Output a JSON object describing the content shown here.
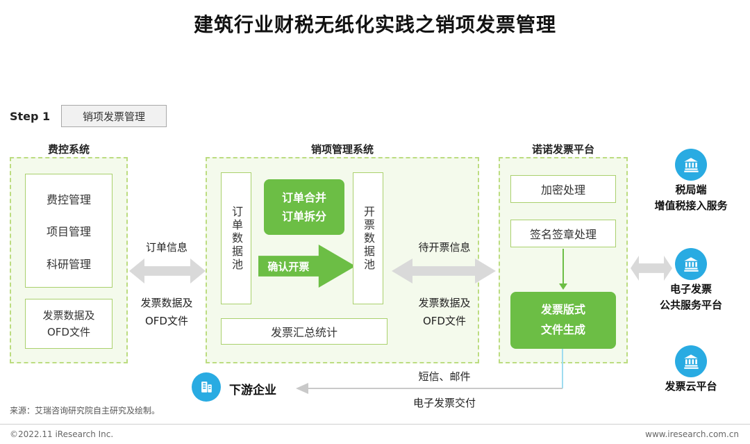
{
  "page": {
    "title": "建筑行业财税无纸化实践之销项发票管理",
    "source": "来源：艾瑞咨询研究院自主研究及绘制。",
    "footer_left": "©2022.11 iResearch Inc.",
    "footer_right": "www.iresearch.com.cn"
  },
  "step": {
    "label": "Step 1",
    "badge": "销项发票管理"
  },
  "expense_system": {
    "title": "费控系统",
    "modules": [
      "费控管理",
      "项目管理",
      "科研管理"
    ],
    "data_box": "发票数据及\nOFD文件"
  },
  "flow1": {
    "top_label": "订单信息",
    "bottom_label": "发票数据及\nOFD文件"
  },
  "sales_system": {
    "title": "销项管理系统",
    "order_pool": "订单数据池",
    "merge_split": "订单合并\n订单拆分",
    "confirm_label": "确认开票",
    "invoice_pool": "开票数据池",
    "summary": "发票汇总统计"
  },
  "flow2": {
    "top_label": "待开票信息",
    "bottom_label": "发票数据及\nOFD文件"
  },
  "nuonuo": {
    "title": "诺诺发票平台",
    "encrypt": "加密处理",
    "sign": "签名签章处理",
    "layout_gen": "发票版式\n文件生成"
  },
  "services": [
    {
      "label": "税局端\n增值税接入服务"
    },
    {
      "label": "电子发票\n公共服务平台"
    },
    {
      "label": "发票云平台"
    }
  ],
  "delivery": {
    "downstream": "下游企业",
    "method": "短信、邮件",
    "action": "电子发票交付"
  },
  "colors": {
    "green": "#6cbe45",
    "box_border": "#a9d06c",
    "panel_border": "#bcdc80",
    "panel_bg": "#f4faec",
    "blue": "#29abe2",
    "arrow_gray": "#d9d9d9",
    "line_cyan": "#9edcf0"
  }
}
